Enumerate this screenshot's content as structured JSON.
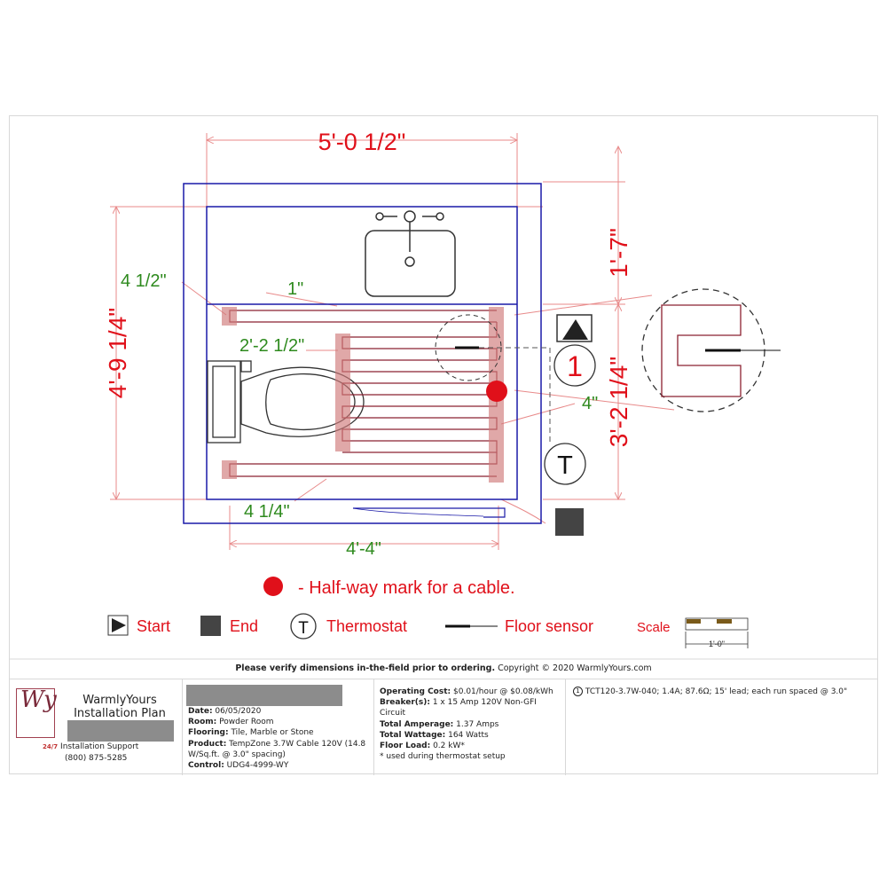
{
  "dimensions": {
    "top_width": "5'-0 1/2\"",
    "left_height": "4'-9 1/4\"",
    "right_upper": "1'-7\"",
    "right_lower": "3'-2 1/4\"",
    "bottom_width": "4'-4\"",
    "offset_4_1_2": "4 1/2\"",
    "offset_1": "1\"",
    "offset_2_2_1_2": "2'-2 1/2\"",
    "offset_4_1_4": "4 1/4\"",
    "offset_4": "4\""
  },
  "markers": {
    "run_number": "1",
    "thermostat": "T"
  },
  "halfway_note": "- Half-way mark for a cable.",
  "legend": {
    "start": "Start",
    "end": "End",
    "thermostat": "Thermostat",
    "thermostat_glyph": "T",
    "floor_sensor": "Floor sensor",
    "scale": "Scale",
    "scale_value": "1'-0\""
  },
  "verify_note": {
    "bold": "Please verify dimensions in-the-field prior to ordering.",
    "rest": " Copyright © 2020 WarmlyYours.com"
  },
  "company": {
    "logo_text": "Wy",
    "name_line1": "WarmlyYours",
    "name_line2": "Installation Plan",
    "badge": "24/7",
    "support": "Installation Support",
    "phone": "(800) 875-5285"
  },
  "project": {
    "date_label": "Date:",
    "date": " 06/05/2020",
    "room_label": "Room:",
    "room": " Powder Room",
    "flooring_label": "Flooring:",
    "flooring": " Tile, Marble or Stone",
    "product_label": "Product:",
    "product": " TempZone 3.7W Cable 120V (14.8 W/Sq.ft. @ 3.0\" spacing)",
    "control_label": "Control:",
    "control": " UDG4-4999-WY"
  },
  "electrical": {
    "cost_label": "Operating Cost:",
    "cost": " $0.01/hour @ $0.08/kWh",
    "breaker_label": "Breaker(s):",
    "breaker": " 1 x 15 Amp 120V Non-GFI Circuit",
    "amperage_label": "Total Amperage:",
    "amperage": " 1.37 Amps",
    "wattage_label": "Total Wattage:",
    "wattage": " 164 Watts",
    "load_label": "Floor Load:",
    "load": " 0.2 kW*",
    "footnote": "* used during thermostat setup"
  },
  "cable_spec": {
    "number": "1",
    "text": "TCT120-3.7W-040; 1.4A; 87.6Ω; 15' lead; each run spaced @ 3.0\""
  },
  "colors": {
    "wall_blue": "#1a1aa8",
    "dim_red": "#e0101a",
    "dim_green": "#2e8a1e",
    "cable": "#8b2030",
    "anchor": "#d07a7a",
    "dimline": "#e88a8a"
  }
}
